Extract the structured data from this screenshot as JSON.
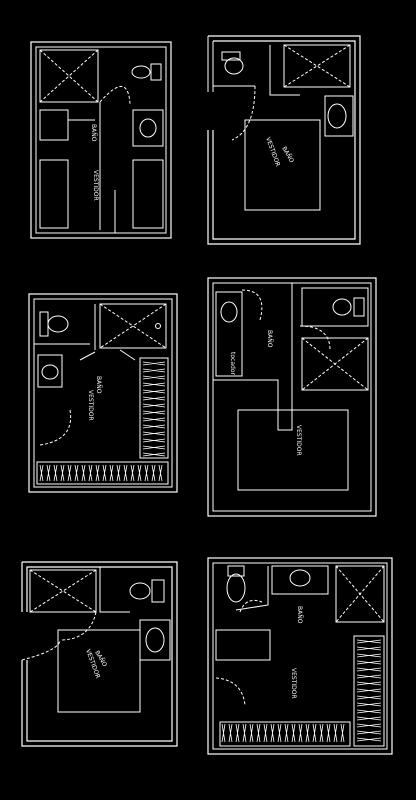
{
  "plans": [
    {
      "labels": [
        "BAÑO",
        "VESTIDOR"
      ]
    },
    {
      "labels": [
        "BAÑO",
        "VESTIDOR"
      ]
    },
    {
      "labels": [
        "BAÑO",
        "VESTIDOR"
      ]
    },
    {
      "labels": [
        "BAÑO",
        "tocador",
        "VESTIDOR"
      ]
    },
    {
      "labels": [
        "BAÑO",
        "VESTIDOR"
      ]
    },
    {
      "labels": [
        "BAÑO",
        "VESTIDOR"
      ]
    }
  ],
  "colors": {
    "background": "#000000",
    "lines": "#ffffff"
  }
}
